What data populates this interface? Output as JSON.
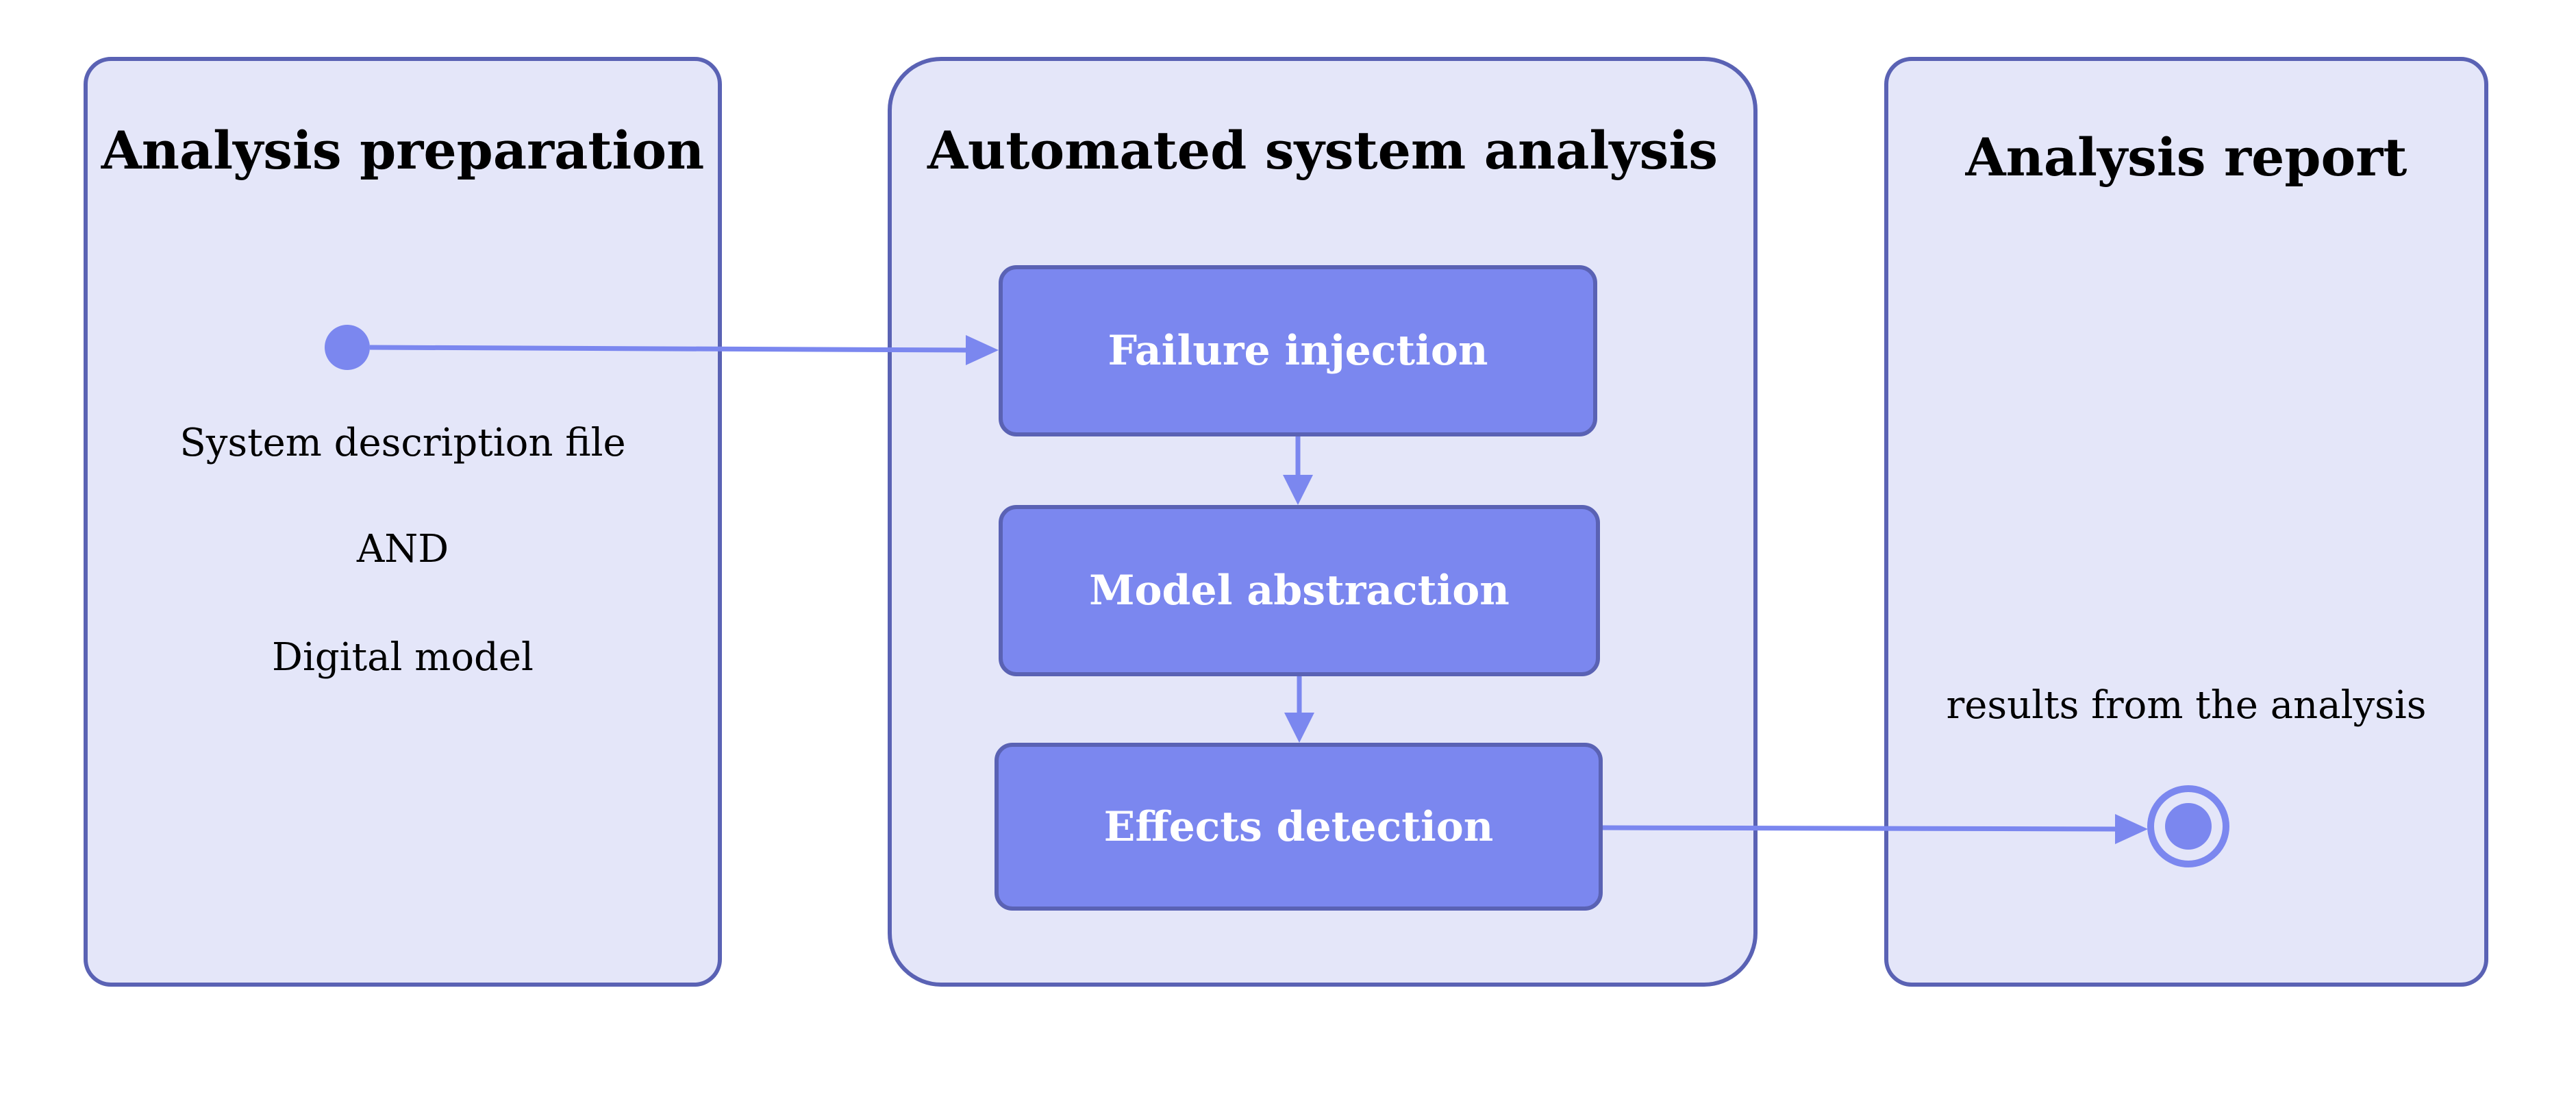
{
  "lanes": {
    "preparation": {
      "title": "Analysis preparation",
      "lines": [
        "System description file",
        "AND",
        "Digital model"
      ]
    },
    "automated": {
      "title": "Automated system analysis",
      "steps": [
        "Failure injection",
        "Model abstraction",
        "Effects detection"
      ]
    },
    "report": {
      "title": "Analysis report",
      "result_text": "results from the analysis"
    }
  },
  "colors": {
    "lane_fill": "#e4e6f9",
    "lane_border": "#5a62b4",
    "process_fill": "#7b87ef",
    "connector": "#7b87ef"
  },
  "icons": {
    "start": "initial-node-icon",
    "end": "final-node-icon"
  }
}
